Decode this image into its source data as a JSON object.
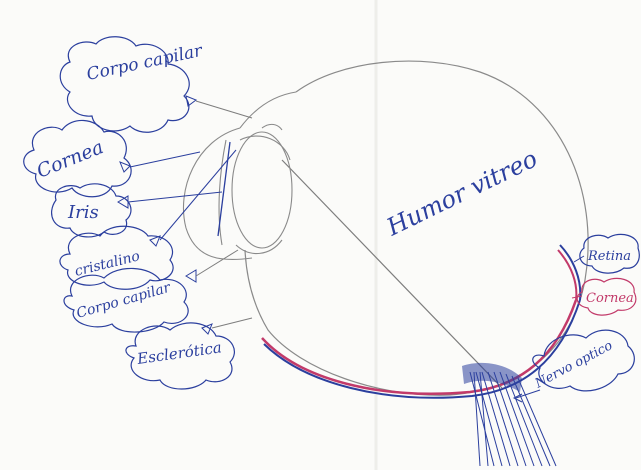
{
  "labels": {
    "corpo_capilar_top": "Corpo capilar",
    "cornea_left": "Cornea",
    "iris": "Iris",
    "cristalino": "cristalino",
    "corpo_capilar_bottom": "Corpo capilar",
    "esclerotica": "Esclerótica",
    "humor_vitreo": "Humor vitreo",
    "retina": "Retina",
    "cornea_right": "Cornea",
    "nervo_optico": "Nervo optico"
  },
  "colors": {
    "paper": "#fbfbf9",
    "ink_blue": "#2b3f9e",
    "ink_red": "#c23a6a",
    "pencil": "#8a8a8a"
  }
}
